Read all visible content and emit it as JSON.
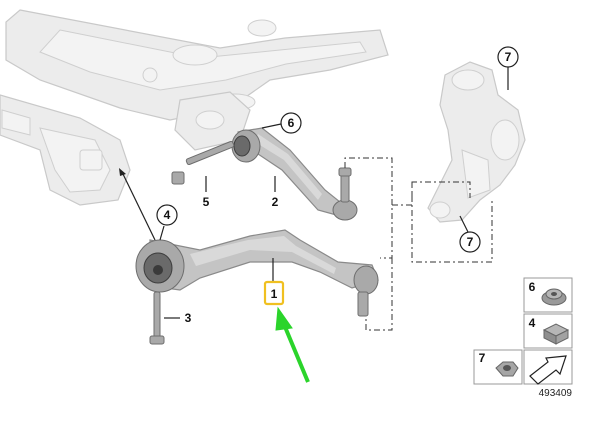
{
  "diagram": {
    "callouts": {
      "c1": "1",
      "c2": "2",
      "c3": "3",
      "c4": "4",
      "c5": "5",
      "c6": "6",
      "c7_top": "7",
      "c7_knuckle": "7"
    },
    "hardware_panel": {
      "items": [
        {
          "number": "6",
          "icon": "flange-nut-icon"
        },
        {
          "number": "4",
          "icon": "square-nut-icon"
        },
        {
          "number": "7",
          "icon": "hex-nut-icon"
        }
      ],
      "direction_icon": "arrow-direction-icon"
    },
    "catalog_number": "493409",
    "highlight": {
      "target": "1",
      "box_color": "#f0c020",
      "arrow_color": "#2bd42b"
    }
  }
}
